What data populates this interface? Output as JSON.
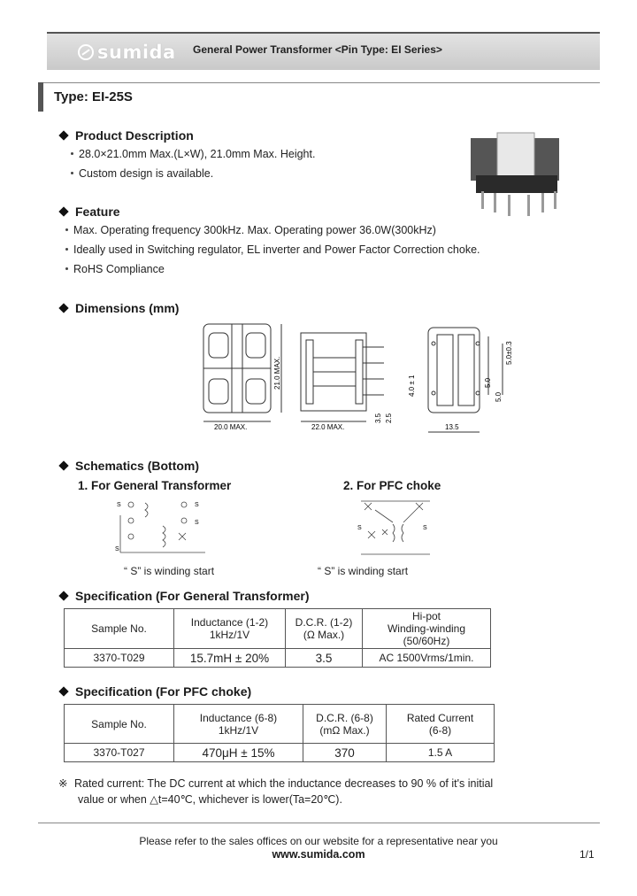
{
  "header": {
    "brand": "sumida",
    "title": "General Power Transformer <Pin Type: EI Series>"
  },
  "type_title": "Type: EI-25S",
  "product_description": {
    "heading": "Product Description",
    "lines": [
      "28.0×21.0mm Max.(L×W), 21.0mm Max. Height.",
      "Custom design is available."
    ]
  },
  "feature": {
    "heading": "Feature",
    "lines": [
      "Max. Operating frequency 300kHz. Max. Operating power 36.0W(300kHz)",
      "Ideally used in Switching regulator, EL inverter and Power Factor Correction choke.",
      "RoHS Compliance"
    ]
  },
  "dimensions": {
    "heading": "Dimensions (mm)",
    "labels": {
      "width_a": "20.0 MAX.",
      "height_a": "21.0 MAX.",
      "width_b": "22.0 MAX.",
      "pin_len": "4.0 ± 1",
      "lead": "3.5",
      "pitch": "2.5",
      "depth": "13.5",
      "pin_spacing": "5.0±0.3",
      "pin_pitch_c": "5.0",
      "pin_pitch_d": "5.0"
    }
  },
  "schematics": {
    "heading": "Schematics (Bottom)",
    "general_title": "1. For General Transformer",
    "pfc_title": "2. For PFC choke",
    "note": "“ S” is winding start",
    "note2": "“ S” is winding start",
    "pin_label": "S"
  },
  "spec_general": {
    "heading": "Specification (For General Transformer)",
    "headers": [
      "Sample No.",
      "Inductance (1-2)",
      "1kHz/1V",
      "D.C.R. (1-2)",
      "(Ω Max.)",
      "Hi-pot",
      "Winding-winding",
      "(50/60Hz)"
    ],
    "row": [
      "3370-T029",
      "15.7mH ± 20%",
      "3.5",
      "AC 1500Vrms/1min."
    ]
  },
  "spec_pfc": {
    "heading": "Specification (For PFC choke)",
    "headers": [
      "Sample No.",
      "Inductance (6-8)",
      "1kHz/1V",
      "D.C.R. (6-8)",
      "(mΩ  Max.)",
      "Rated Current",
      "(6-8)"
    ],
    "row": [
      "3370-T027",
      "470μH ± 15%",
      "370",
      "1.5 A"
    ]
  },
  "note": {
    "mark": "※",
    "line1": "Rated current: The DC current at which the inductance decreases to 90 % of it's initial",
    "line2": "value or when  △t=40℃, whichever is lower(Ta=20℃)."
  },
  "footer": {
    "text": "Please refer to the sales offices on our website for a representative near you",
    "url": "www.sumida.com",
    "page": "1/1"
  }
}
